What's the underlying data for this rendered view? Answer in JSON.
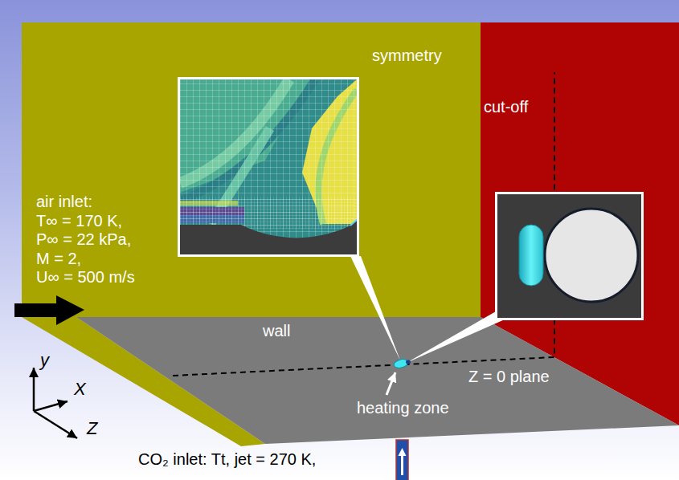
{
  "diagram": {
    "nodes": [
      {
        "text": [
          "symmetry"
        ]
      },
      {
        "text": [
          "cut-off"
        ]
      },
      {
        "text": [
          "wall"
        ]
      }
    ],
    "labels": [
      "air inlet:",
      "T∞ = 170 K,",
      "P∞ = 22 kPa,",
      "M = 2,",
      "U∞ = 500 m/s",
      "heating zone",
      "Z = 0 plane",
      "CO₂ inlet: Tt, jet = 270 K,",
      "y",
      "X",
      "Z"
    ]
  }
}
